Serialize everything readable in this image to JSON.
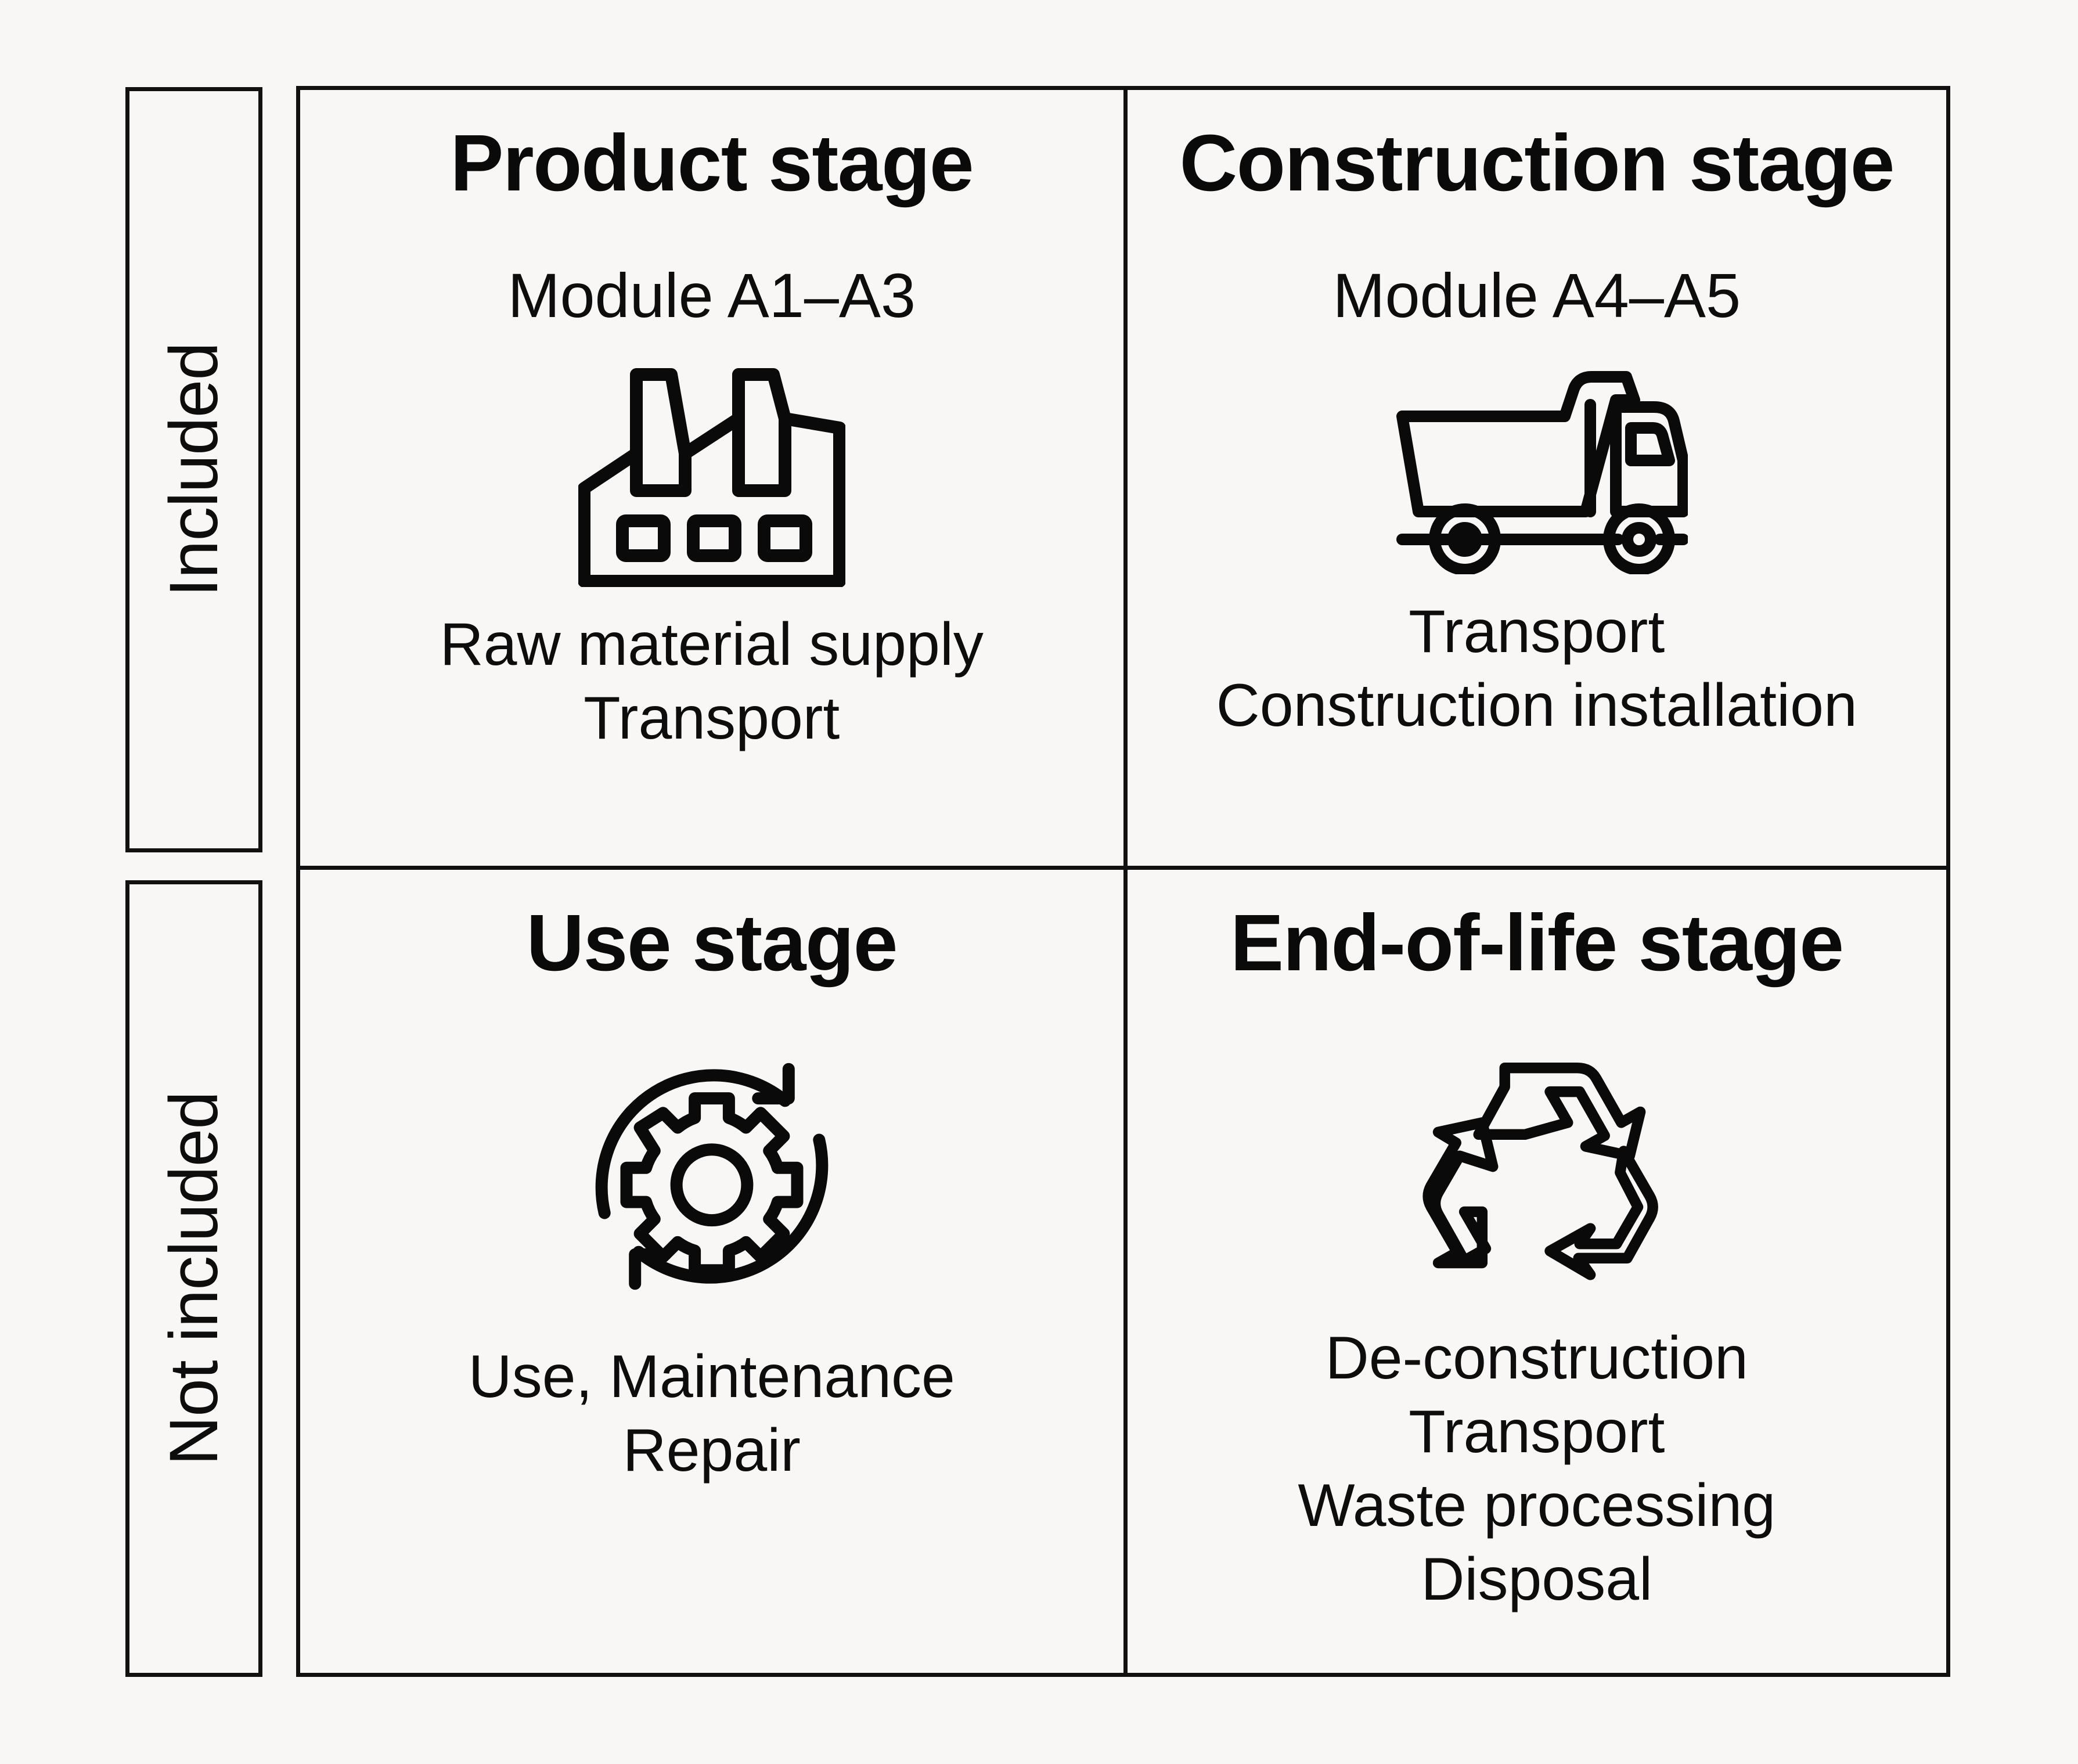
{
  "diagram": {
    "background_color": "#f8f7f5",
    "line_color": "#111111",
    "text_color": "#0d0d0d",
    "row_labels": [
      {
        "id": "included",
        "text": "Included"
      },
      {
        "id": "not-included",
        "text": "Not included"
      }
    ],
    "quadrants": [
      {
        "id": "product",
        "title": "Product stage",
        "module": "Module A1–A3",
        "icon": "factory-icon",
        "description_lines": [
          "Raw material supply",
          "Transport"
        ],
        "scope": "Included"
      },
      {
        "id": "construction",
        "title": "Construction stage",
        "module": "Module A4–A5",
        "icon": "dump-truck-icon",
        "description_lines": [
          "Transport",
          "Construction installation"
        ],
        "scope": "Included"
      },
      {
        "id": "use",
        "title": "Use stage",
        "module": "",
        "icon": "gear-cycle-icon",
        "description_lines": [
          "Use, Maintenance",
          "Repair"
        ],
        "scope": "Not included"
      },
      {
        "id": "end-of-life",
        "title": "End-of-life stage",
        "module": "",
        "icon": "recycle-icon",
        "description_lines": [
          "De-construction",
          "Transport",
          "Waste processing",
          "Disposal"
        ],
        "scope": "Not included"
      }
    ]
  }
}
